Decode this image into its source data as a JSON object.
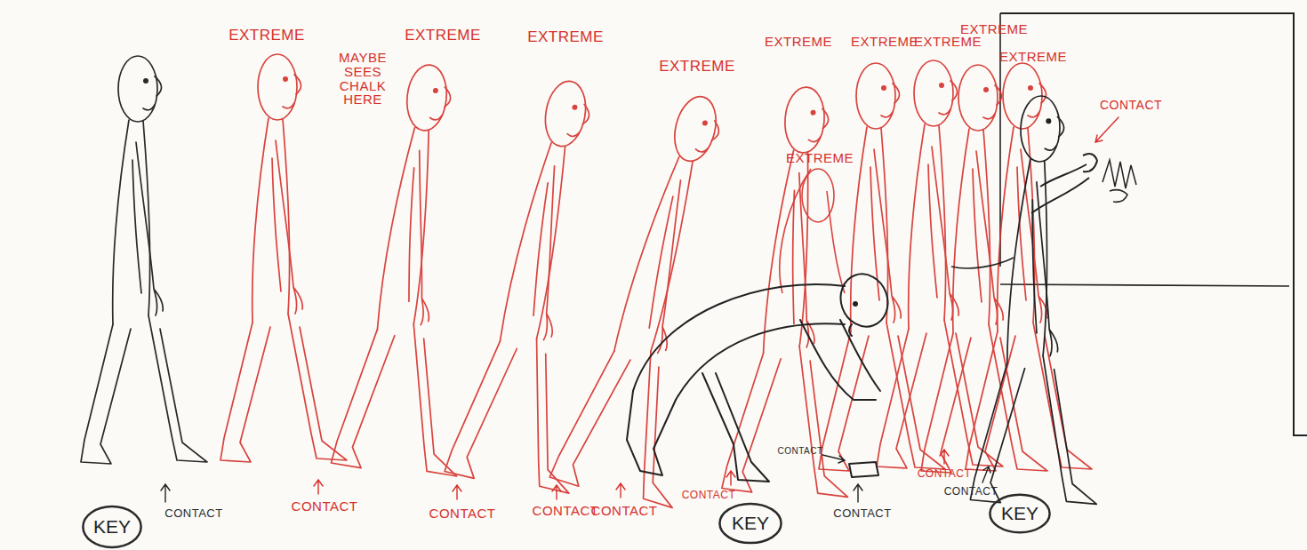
{
  "diagram": {
    "nodes": [
      {
        "text": [
          "KEY"
        ]
      },
      {
        "text": [
          "KEY"
        ]
      },
      {
        "text": [
          "KEY"
        ]
      }
    ],
    "labels": [
      "EXTREME",
      "MAYBE SEES CHALK HERE",
      "EXTREME",
      "EXTREME",
      "EXTREME",
      "EXTREME",
      "EXTREME",
      "EXTREME",
      "EXTREME",
      "EXTREME",
      "EXTREME",
      "CONTACT",
      "CONTACT",
      "CONTACT",
      "CONTACT",
      "CONTACT",
      "CONTACT",
      "CONTACT",
      "CONTACT",
      "CONTACT",
      "CONTACT",
      "CONTACT"
    ]
  }
}
